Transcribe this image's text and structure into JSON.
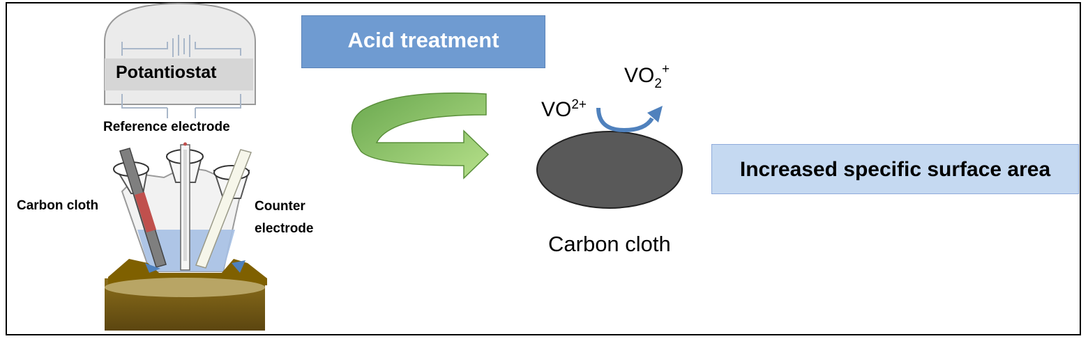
{
  "left_apparatus": {
    "potentiostat_label": "Potantiostat",
    "reference_electrode_label": "Reference electrode",
    "carbon_cloth_label": "Carbon cloth",
    "counter_electrode_label_line1": "Counter",
    "counter_electrode_label_line2": "electrode"
  },
  "process": {
    "acid_treatment_label": "Acid treatment"
  },
  "right_diagram": {
    "vo2plus_reactant_base": "VO",
    "vo2plus_reactant_charge": "2+",
    "vo2_product_base": "VO",
    "vo2_product_subscript": "2",
    "vo2_product_charge": "+",
    "carbon_cloth_label": "Carbon cloth",
    "result_label": "Increased specific surface area"
  },
  "colors": {
    "acid_box": "#6f9bd1",
    "result_box": "#c5d9f1",
    "arrow_green": "#92d050",
    "electrode_red": "#c0504d",
    "carbon_oval": "#595959",
    "base_brown": "#7f6000"
  }
}
